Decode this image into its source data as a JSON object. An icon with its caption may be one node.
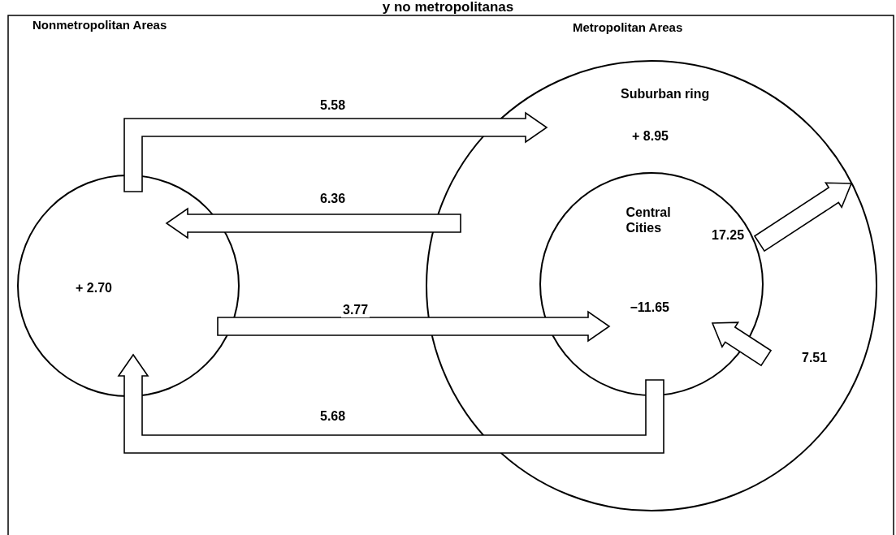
{
  "diagram": {
    "title": "y no metropolitanas",
    "nodes": [
      {
        "text": [
          "+ 2.70"
        ]
      },
      {
        "text": [
          "Suburban ring",
          "+ 8.95"
        ]
      },
      {
        "text": [
          "Central Cities",
          "−11.65"
        ],
        "in": 1
      }
    ],
    "edges": [
      {
        "from": 0,
        "to": 1,
        "arrow": "to",
        "label": "5.58"
      },
      {
        "from": 1,
        "to": 0,
        "arrow": "to",
        "label": "6.36"
      },
      {
        "from": 0,
        "to": 2,
        "arrow": "to",
        "label": "3.77"
      },
      {
        "from": 2,
        "to": 0,
        "arrow": "to",
        "label": "5.68"
      },
      {
        "from": 2,
        "to": 1,
        "arrow": "to",
        "label": "17.25"
      },
      {
        "from": 1,
        "to": 2,
        "arrow": "to",
        "label": "7.51"
      }
    ],
    "labels": [
      "Nonmetropolitan Areas",
      "Metropolitan Areas"
    ]
  }
}
